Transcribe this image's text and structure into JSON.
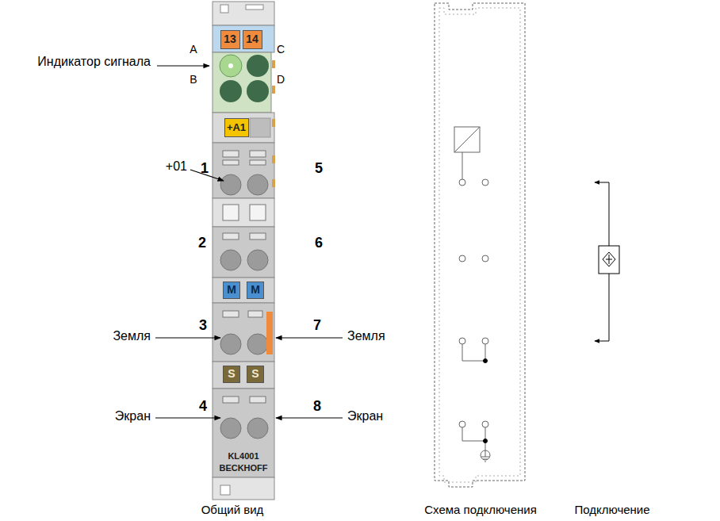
{
  "diagram": {
    "nodes": [
      {
        "text": [
          "13"
        ]
      },
      {
        "text": [
          "14"
        ]
      },
      {
        "text": [
          "+A1"
        ]
      },
      {
        "text": [
          "M"
        ]
      },
      {
        "text": [
          "M"
        ]
      },
      {
        "text": [
          "S"
        ]
      },
      {
        "text": [
          "S"
        ]
      }
    ],
    "labels": [
      "Индикатор сигнала",
      "A",
      "B",
      "C",
      "D",
      "1",
      "5",
      "+01",
      "2",
      "6",
      "3",
      "Земля",
      "7",
      "Земля",
      "4",
      "Экран",
      "8",
      "Экран",
      "KL4001",
      "BECKHOFF",
      "Общий вид",
      "Схема подключения",
      "Подключение"
    ]
  }
}
